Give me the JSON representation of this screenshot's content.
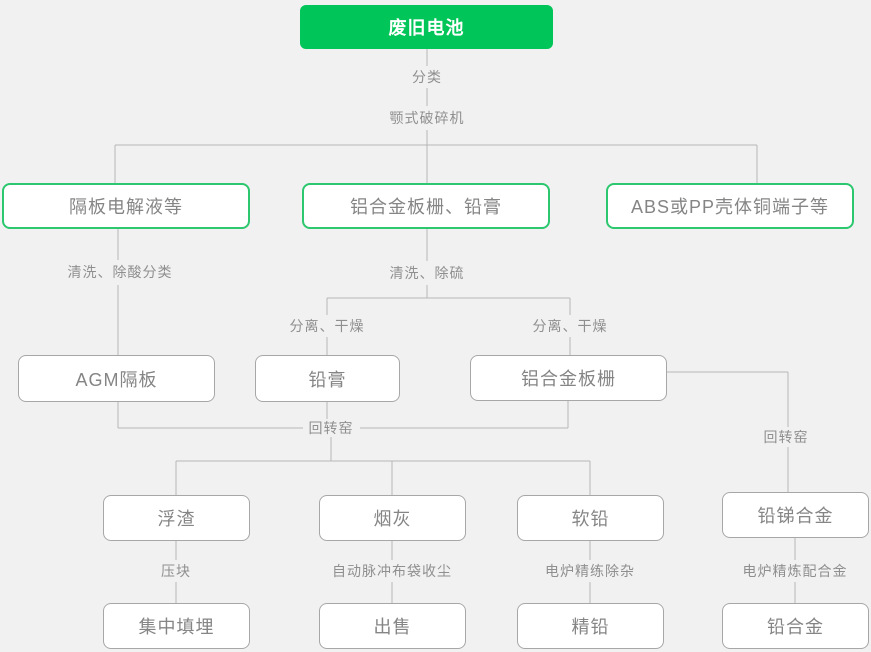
{
  "page": {
    "background": "#f1f1f2",
    "type": "recycling-process-flowchart"
  },
  "colors": {
    "root_fill_green": "#00c558",
    "green_box_border": "#2cc76e",
    "gray_box_border": "#a7a7a7",
    "connector_line": "#b6b6b6",
    "box_text": "#858585",
    "label_text": "#8f8f8f",
    "root_text": "#ffffff"
  },
  "flowchart": {
    "root": {
      "label": "废旧电池"
    },
    "nodes": {
      "separator_electrolyte": "隔板电解液等",
      "grid_and_paste": "铝合金板栅、铅膏",
      "abs_pp_shell": "ABS或PP壳体铜端子等",
      "agm_separator": "AGM隔板",
      "lead_paste": "铅膏",
      "al_alloy_grid": "铝合金板栅",
      "scum": "浮渣",
      "soot": "烟灰",
      "soft_lead": "软铅",
      "pb_sb_alloy": "铅锑合金",
      "landfill": "集中填埋",
      "sell": "出售",
      "refined_lead": "精铅",
      "lead_alloy": "铅合金"
    },
    "edge_labels": {
      "classify": "分类",
      "jaw_crusher": "颚式破碎机",
      "wash_deacid_sort": "清洗、除酸分类",
      "wash_desulfur": "清洗、除硫",
      "separate_dry_left": "分离、干燥",
      "separate_dry_right": "分离、干燥",
      "rotary_kiln_center": "回转窑",
      "rotary_kiln_right": "回转窑",
      "press_block": "压块",
      "auto_pulse_bag_dust": "自动脉冲布袋收尘",
      "furnace_refine_impurity": "电炉精练除杂",
      "furnace_refine_alloying": "电炉精炼配合金"
    }
  }
}
